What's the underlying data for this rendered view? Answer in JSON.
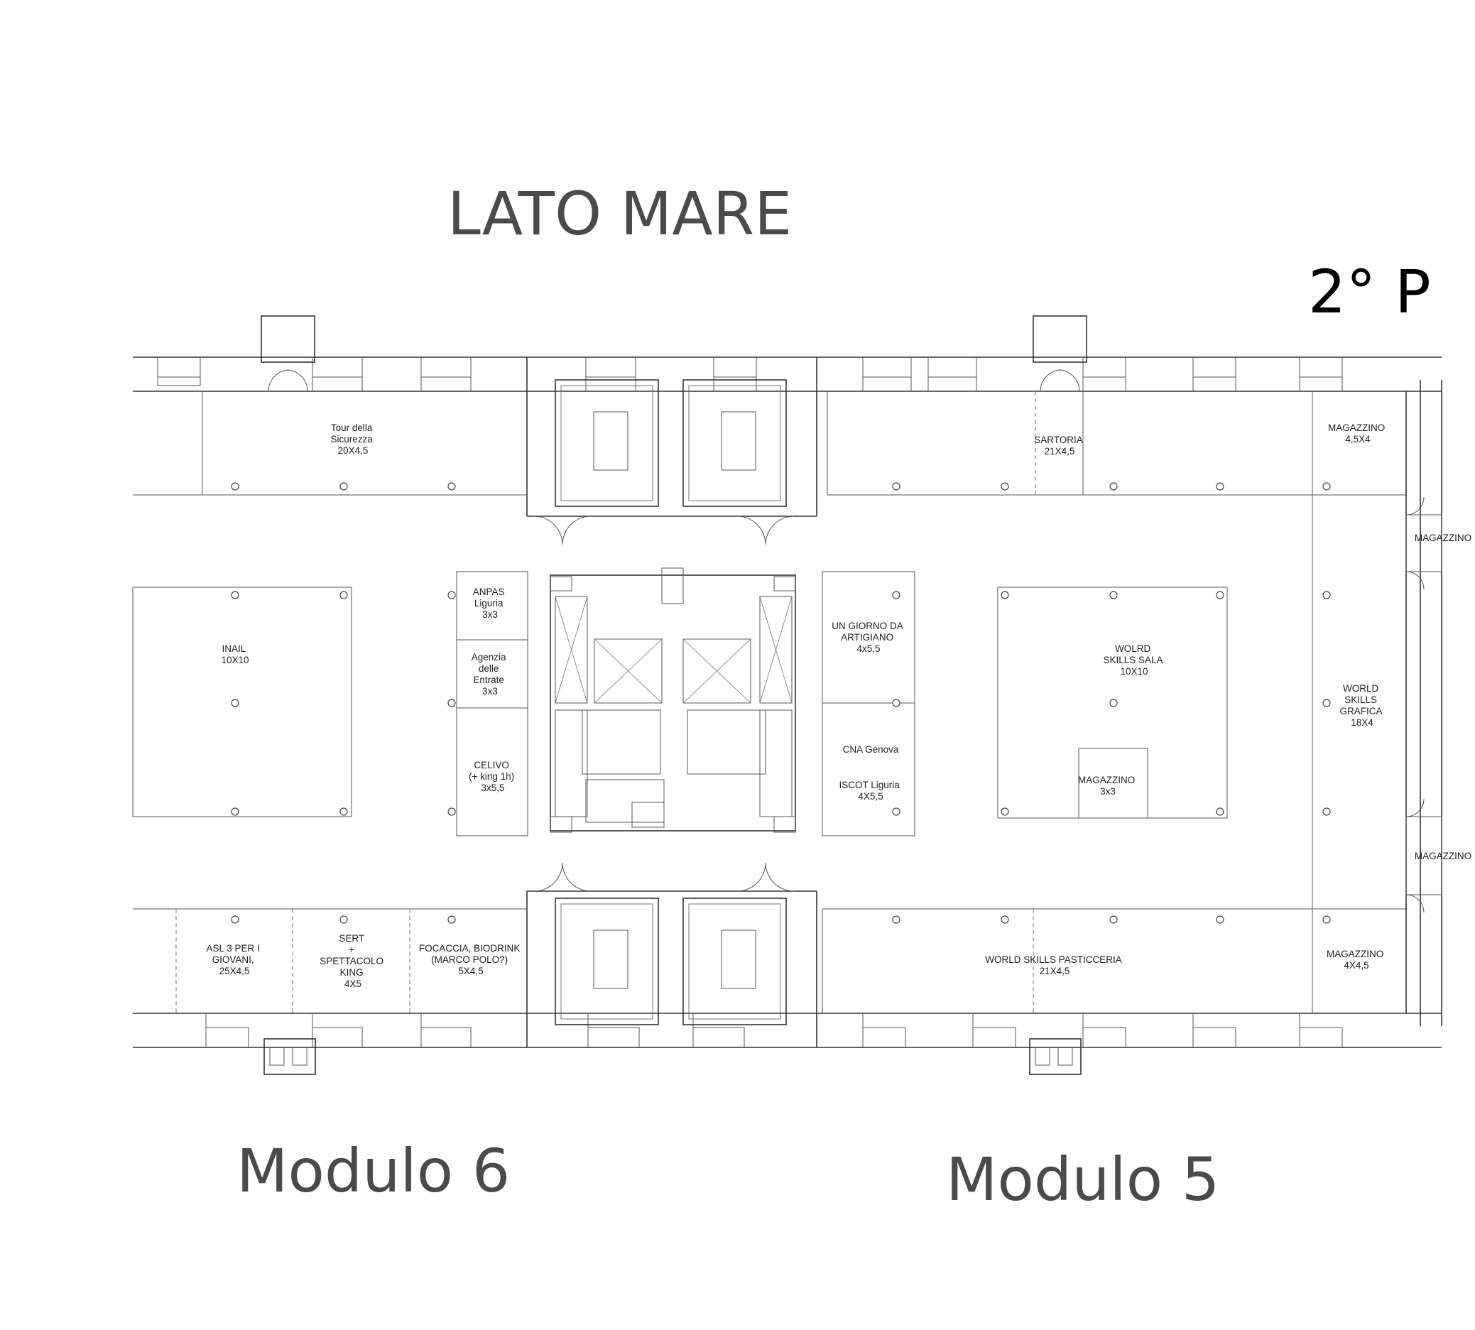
{
  "headings": {
    "side": "LATO MARE",
    "floor": "2° P",
    "module_left": "Modulo 6",
    "module_right": "Modulo 5"
  },
  "rooms": {
    "tour_sicurezza": [
      "Tour della",
      "Sicurezza",
      "20X4,5"
    ],
    "sartoria": [
      "SARTORIA",
      "21X4,5"
    ],
    "magazzino_top_right": [
      "MAGAZZINO",
      "4,5X4"
    ],
    "magazzino_side_upper": [
      "MAGAZZINO"
    ],
    "magazzino_side_lower": [
      "MAGAZZINO"
    ],
    "inail": [
      "INAIL",
      "10X10"
    ],
    "anpas": [
      "ANPAS",
      "Liguria",
      "3x3"
    ],
    "agenzia": [
      "Agenzia",
      "delle",
      "Entrate",
      "3x3"
    ],
    "celivo": [
      "CELIVO",
      "(+ king 1h)",
      "3x5,5"
    ],
    "giorno_artigiano": [
      "UN GIORNO DA",
      "ARTIGIANO",
      "4x5,5"
    ],
    "cna": [
      "CNA Genova"
    ],
    "iscot": [
      "ISCOT Liguria",
      "4X5,5"
    ],
    "world_skills_sala": [
      "WOLRD",
      "SKILLS SALA",
      "10X10"
    ],
    "magazzino_center": [
      "MAGAZZINO",
      "3x3"
    ],
    "world_skills_grafica": [
      "WORLD",
      "SKILLS",
      "GRAFICA",
      "18X4"
    ],
    "asl": [
      "ASL 3 PER I",
      "GIOVANI,",
      "25X4,5"
    ],
    "sert": [
      "SERT",
      "+",
      "SPETTACOLO",
      "KING",
      "4X5"
    ],
    "focaccia": [
      "FOCACCIA, BIODRINK",
      "(MARCO POLO?)",
      "5X4,5"
    ],
    "world_skills_pasticceria": [
      "WORLD SKILLS PASTICCERIA",
      "21X4,5"
    ],
    "magazzino_bottom_right": [
      "MAGAZZINO",
      "4X4,5"
    ]
  }
}
